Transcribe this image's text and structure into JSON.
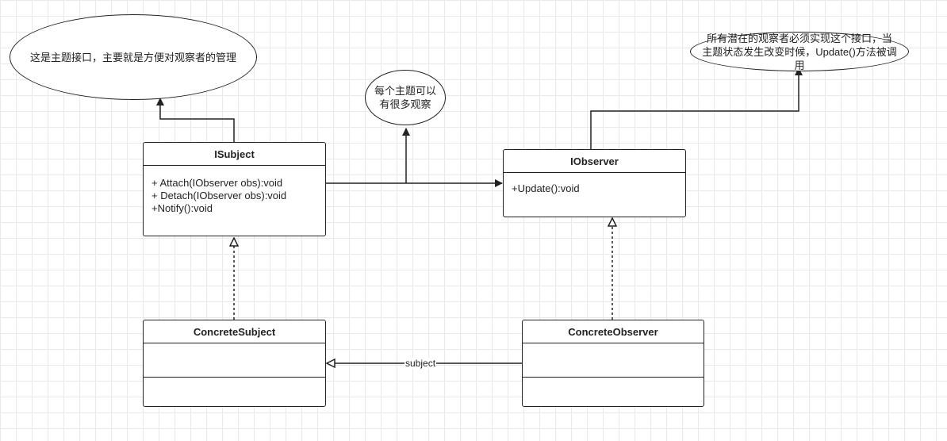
{
  "notes": {
    "subject_note": "这是主题接口，主要就是方便对观察者的管理",
    "many_observers_note": "每个主题可以有很多观察",
    "observer_note": "所有潜在的观察者必须实现这个接口，当主题状态发生改变时候，Update()方法被调用"
  },
  "classes": {
    "isubject": {
      "name": "ISubject",
      "members": [
        "+ Attach(IObserver obs):void",
        "+ Detach(IObserver obs):void",
        "+Notify():void"
      ]
    },
    "iobserver": {
      "name": "IObserver",
      "members": [
        "+Update():void"
      ]
    },
    "concrete_subject": {
      "name": "ConcreteSubject"
    },
    "concrete_observer": {
      "name": "ConcreteObserver"
    }
  },
  "edges": {
    "association_label": "subject"
  },
  "colors": {
    "stroke": "#222222",
    "grid": "#e9e9e9",
    "background": "#ffffff"
  }
}
